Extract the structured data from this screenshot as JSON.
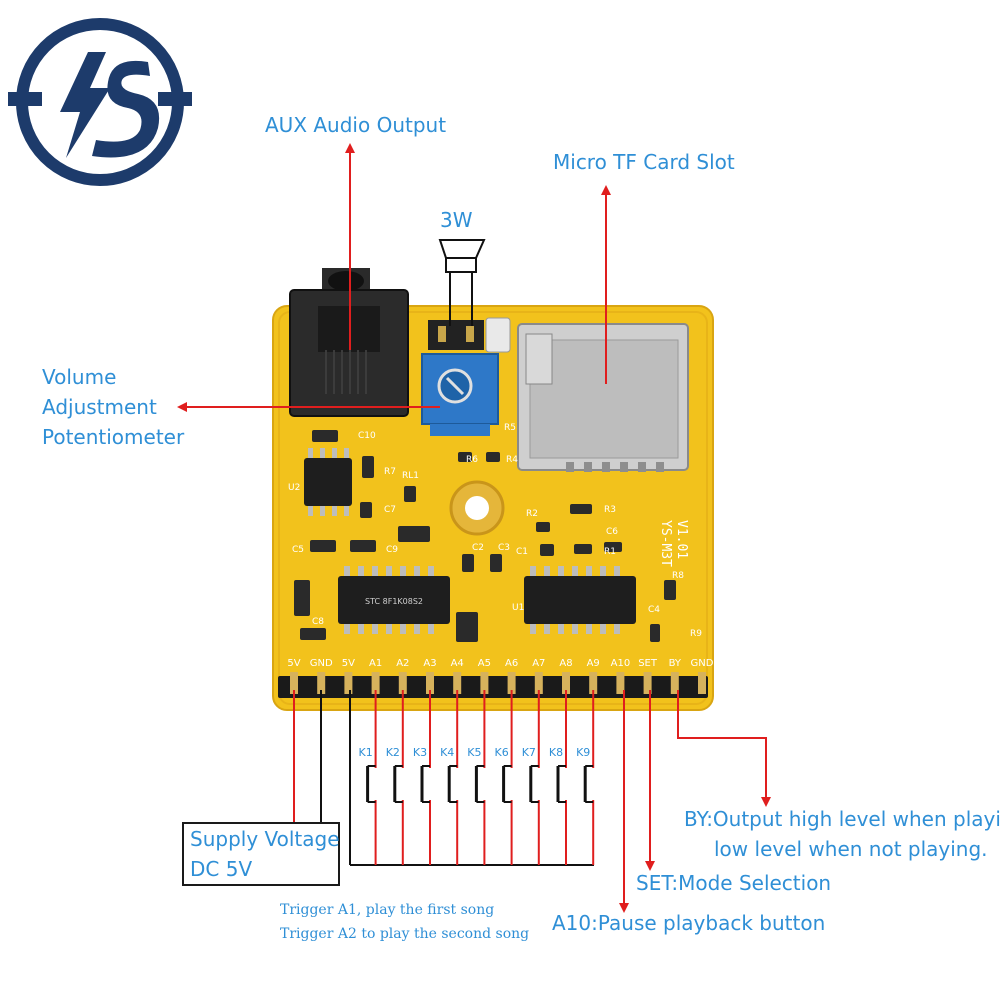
{
  "labels": {
    "aux": "AUX Audio Output",
    "tf": "Micro TF Card Slot",
    "speaker": "3W",
    "volume": [
      "Volume",
      "Adjustment",
      "Potentiometer"
    ],
    "supply": [
      "Supply Voltage",
      "DC 5V"
    ],
    "by": [
      "BY:Output high level when playing,",
      "low level when not playing."
    ],
    "set": "SET:Mode Selection",
    "a10": "A10:Pause playback button",
    "trigger": [
      "Trigger A1, play the first song",
      "Trigger A2 to play the second song"
    ]
  },
  "pins": [
    "5V",
    "GND",
    "5V",
    "A1",
    "A2",
    "A3",
    "A4",
    "A5",
    "A6",
    "A7",
    "A8",
    "A9",
    "A10",
    "SET",
    "BY",
    "GND"
  ],
  "keys": [
    "K1",
    "K2",
    "K3",
    "K4",
    "K5",
    "K6",
    "K7",
    "K8",
    "K9"
  ],
  "board": {
    "model": [
      "YS-M3T",
      "V1.01"
    ],
    "chips": [
      "STC 8F1K08S2",
      ""
    ],
    "components": [
      "C10",
      "R7",
      "RL1",
      "C7",
      "C5",
      "C9",
      "C2",
      "C3",
      "C1",
      "R2",
      "R3",
      "C6",
      "R1",
      "R8",
      "C4",
      "R9",
      "C8",
      "U1",
      "U2",
      "R5",
      "R6",
      "R4"
    ]
  },
  "colors": {
    "label_blue": "#2f8fd6",
    "arrow_red": "#e01e1e",
    "board_yellow": "#f2c21c",
    "logo_navy": "#1d3b6b"
  }
}
